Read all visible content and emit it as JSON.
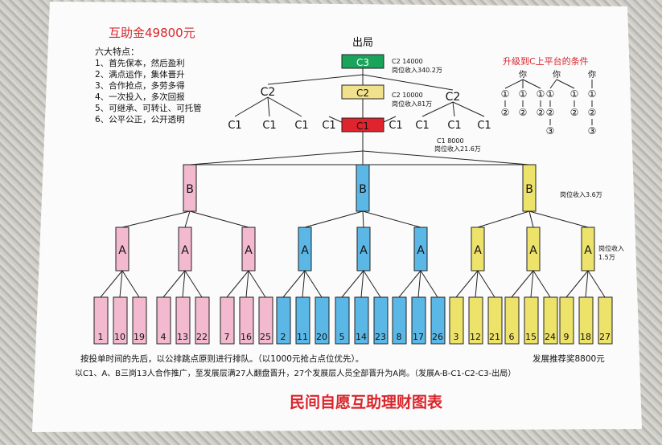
{
  "header": {
    "fund_title": "互助金49800元",
    "exit_label": "出局",
    "features_title": "六大特点：",
    "features": [
      "1、首先保本，然后盈利",
      "2、满点运作，集体晋升",
      "3、合作抢点，多劳多得",
      "4、一次投入，多次回报",
      "5、可继承、可转让、可托管",
      "6、公平公正，公开透明"
    ],
    "upgrade_title": "升级到C上平台的条件",
    "you_label": "你"
  },
  "levels": {
    "c3": {
      "label": "C3",
      "amount": "C2  14000",
      "income": "岗位收入340.2万"
    },
    "c2": {
      "label": "C2",
      "amount": "C2  10000",
      "income": "岗位收入81万"
    },
    "c1": {
      "label": "C1",
      "amount": "C1  8000",
      "income": "岗位收入21.6万"
    },
    "b_income": "岗位收入3.6万",
    "a_income": "岗位收入1.5万"
  },
  "c1_leaves": [
    "C1",
    "C1",
    "C1",
    "C1",
    "C1",
    "C1",
    "C1",
    "C1"
  ],
  "b_label": "B",
  "a_label": "A",
  "upgrade_options": [
    [
      "①",
      "②"
    ],
    [
      "①",
      "②"
    ],
    [
      "①",
      "②"
    ],
    [
      "①",
      "②",
      "③"
    ],
    [
      "①",
      "②",
      "③"
    ]
  ],
  "base_numbers": [
    "1",
    "10",
    "19",
    "4",
    "13",
    "22",
    "7",
    "16",
    "25",
    "2",
    "11",
    "20",
    "5",
    "14",
    "23",
    "8",
    "17",
    "26",
    "3",
    "12",
    "21",
    "6",
    "15",
    "24",
    "9",
    "18",
    "27"
  ],
  "footer": {
    "line1": "按投单时间的先后，以公排跳点原则进行排队。（以1000元抢占点位优先）。",
    "bonus": "发展推荐奖8800元",
    "line2": "以C1、A、B三岗13人合作推广，至发展层满27人翻盘晋升，27个发展层人员全部晋升为A岗。（发展A-B-C1-C2-C3-出局）",
    "main_title": "民间自愿互助理财图表"
  },
  "colors": {
    "pink": "#f2b9cf",
    "blue": "#5bb8e6",
    "yellow": "#ede36a",
    "green": "#1aa35a",
    "red": "#e0242d",
    "tan": "#f1e18c",
    "title_red": "#d9252b"
  }
}
